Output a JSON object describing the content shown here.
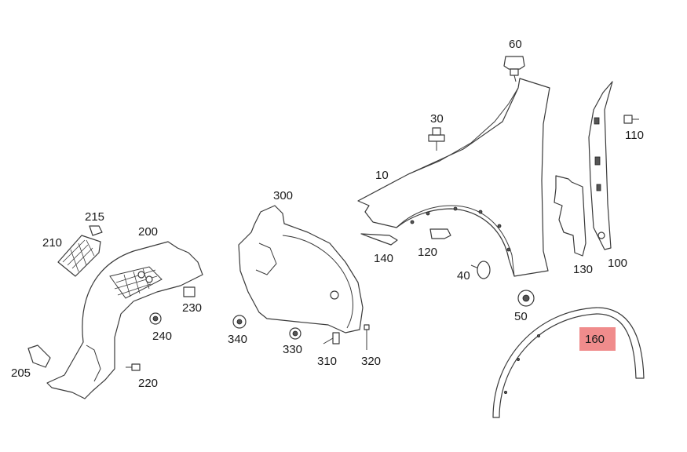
{
  "labels": {
    "p10": "10",
    "p30": "30",
    "p40": "40",
    "p50": "50",
    "p60": "60",
    "p100": "100",
    "p110": "110",
    "p120": "120",
    "p130": "130",
    "p140": "140",
    "p160": "160",
    "p200": "200",
    "p205": "205",
    "p210": "210",
    "p215": "215",
    "p220": "220",
    "p230": "230",
    "p240": "240",
    "p300": "300",
    "p310": "310",
    "p320": "320",
    "p330": "330",
    "p340": "340"
  },
  "highlight": {
    "label": "160",
    "color": "#f08c8c"
  }
}
